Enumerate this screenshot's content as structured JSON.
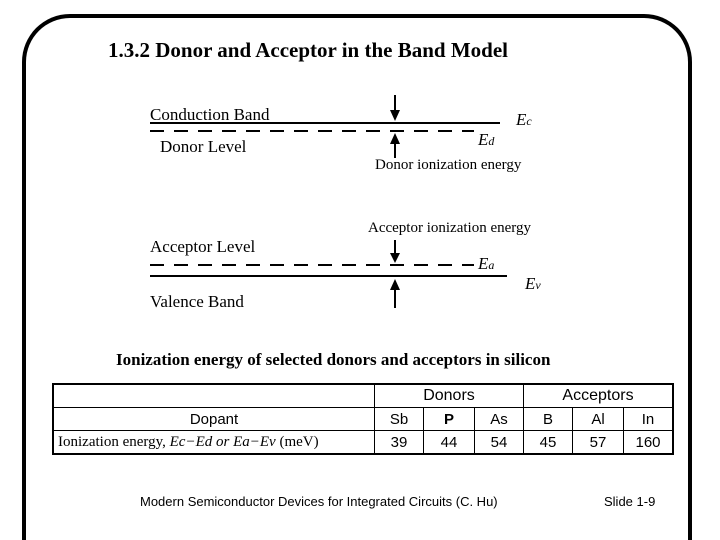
{
  "title": "1.3.2  Donor and Acceptor in the Band Model",
  "diagram": {
    "conduction_band": "Conduction Band",
    "donor_level": "Donor Level",
    "ec": "E",
    "ec_sub": "c",
    "ed": "E",
    "ed_sub": "d",
    "donor_ionization": "Donor ionization energy",
    "acceptor_ionization": "Acceptor ionization energy",
    "acceptor_level": "Acceptor Level",
    "ea": "E",
    "ea_sub": "a",
    "ev": "E",
    "ev_sub": "v",
    "valence_band": "Valence Band"
  },
  "table_caption": "Ionization energy of selected donors and acceptors in silicon",
  "table": {
    "donors_header": "Donors",
    "acceptors_header": "Acceptors",
    "dopant_label": "Dopant",
    "elements": [
      "Sb",
      "P",
      "As",
      "B",
      "Al",
      "In"
    ],
    "energy_label_prefix": "Ionization energy, ",
    "energy_formula": "Ec−Ed  or  Ea−Ev",
    "energy_unit": " (meV)",
    "values": [
      "39",
      "44",
      "54",
      "45",
      "57",
      "160"
    ]
  },
  "footer": "Modern Semiconductor Devices for Integrated Circuits (C. Hu)",
  "slide_number": "Slide 1-9"
}
